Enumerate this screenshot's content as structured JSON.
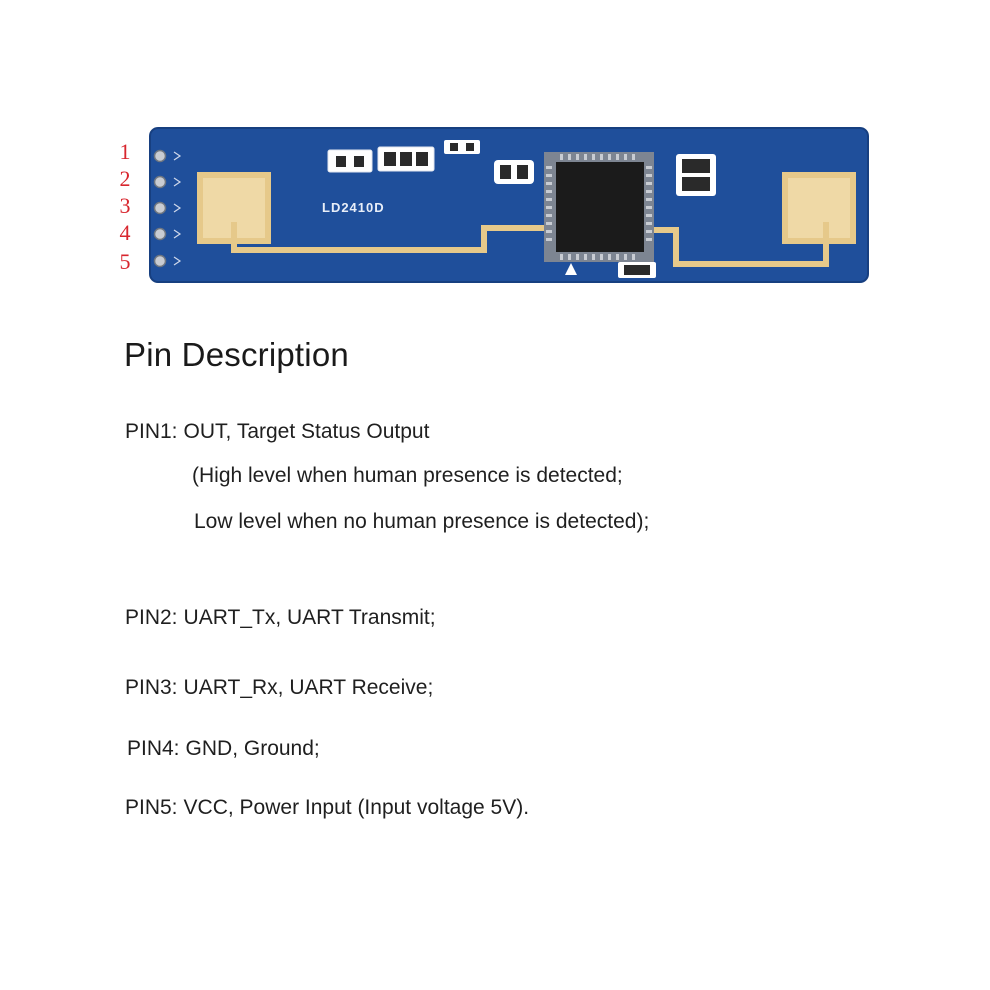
{
  "board": {
    "model_label": "LD2410D",
    "pin_numbers": [
      "1",
      "2",
      "3",
      "4",
      "5"
    ],
    "colors": {
      "pcb": "#1f4f9b",
      "pad_gold": "#e6c98a",
      "chip": "#1b1b1b",
      "pin_number_red": "#d8262e"
    }
  },
  "description": {
    "title": "Pin Description",
    "pins": [
      {
        "label": "PIN1:",
        "text": "OUT, Target Status Output"
      },
      {
        "label": "PIN2:",
        "text": "UART_Tx, UART Transmit;"
      },
      {
        "label": "PIN3:",
        "text": "UART_Rx, UART Receive;"
      },
      {
        "label": "PIN4:",
        "text": "GND, Ground;"
      },
      {
        "label": "PIN5:",
        "text": "VCC, Power Input (Input voltage 5V)."
      }
    ],
    "pin1_notes": [
      "(High level when human presence is detected;",
      "Low level when no human presence is detected);"
    ]
  }
}
